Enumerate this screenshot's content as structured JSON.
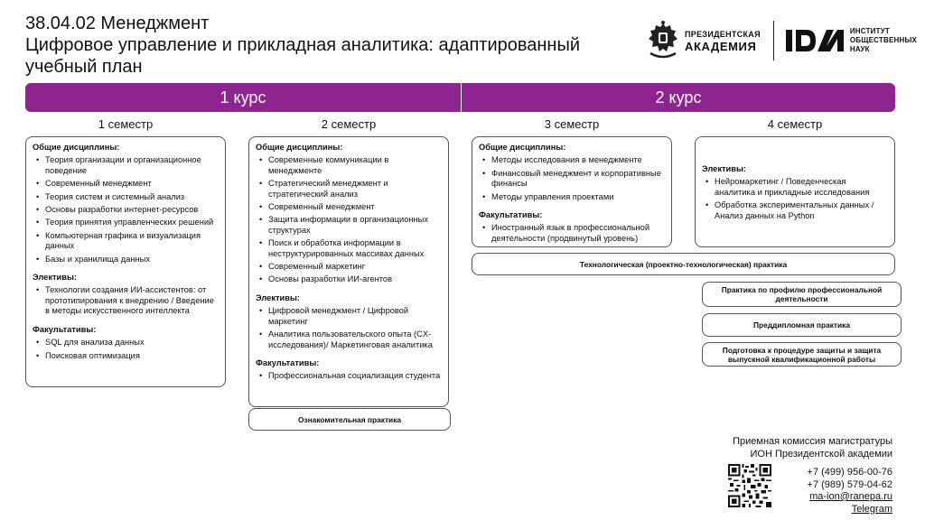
{
  "header": {
    "code_line": "38.04.02 Менеджмент",
    "title_line1": "Цифровое управление и прикладная аналитика: адаптированный",
    "title_line2": "учебный план"
  },
  "logos": {
    "presidential_line1": "ПРЕЗИДЕНТСКАЯ",
    "presidential_line2": "АКАДЕМИЯ",
    "ion_line1": "ИНСТИТУТ",
    "ion_line2": "ОБЩЕСТВЕННЫХ",
    "ion_line3": "НАУК",
    "icons": [
      "double-headed-eagle-emblem-icon",
      "ion-logo-icon"
    ]
  },
  "colors": {
    "accent": "#8e2490",
    "border": "#555555",
    "text": "#111111"
  },
  "courses": [
    "1 курс",
    "2 курс"
  ],
  "semesters": [
    "1 семестр",
    "2 семестр",
    "3 семестр",
    "4 семестр"
  ],
  "sem1": {
    "general_title": "Общие дисциплины:",
    "general": [
      "Теория организации и организационное поведение",
      "Современный менеджмент",
      "Теория систем и системный анализ",
      "Основы разработки интернет-ресурсов",
      "Теория принятия управленческих решений",
      "Компьютерная графика и визуализация данных",
      "Базы и хранилища данных"
    ],
    "electives_title": "Элективы:",
    "electives": [
      "Технологии создания ИИ-ассистентов: от прототипирования к внедрению / Введение в методы искусственного интеллекта"
    ],
    "optional_title": "Факультативы:",
    "optional": [
      "SQL для анализа данных",
      "Поисковая оптимизация"
    ]
  },
  "sem2": {
    "general_title": "Общие дисциплины:",
    "general": [
      "Современные коммуникации в менеджменте",
      "Стратегический менеджмент и стратегический анализ",
      "Современный менеджмент",
      "Защита информации в организационных структурах",
      "Поиск и обработка информации в неструктурированных массивах данных",
      "Современный маркетинг",
      "Основы разработки ИИ-агентов"
    ],
    "electives_title": "Элективы:",
    "electives": [
      "Цифровой менеджмент / Цифровой маркетинг",
      "Аналитика пользовательского опыта (CX-исследования)/ Маркетинговая аналитика"
    ],
    "optional_title": "Факультативы:",
    "optional": [
      "Профессиональная социализация студента"
    ]
  },
  "sem3": {
    "general_title": "Общие дисциплины:",
    "general": [
      "Методы исследования в менеджменте",
      "Финансовый менеджмент и корпоративные финансы",
      "Методы управления проектами"
    ],
    "optional_title": "Факультативы:",
    "optional": [
      "Иностранный язык в профессиональной деятельности (продвинутый уровень)"
    ]
  },
  "sem4": {
    "electives_title": "Элективы:",
    "electives": [
      "Нейромаркетинг / Поведенческая аналитика и прикладные исследования",
      "Обработка экспериментальных данных / Анализ данных на Python"
    ]
  },
  "practices": {
    "intro": "Ознакомительная практика",
    "tech": "Технологическая (проектно-технологическая) практика",
    "profile": "Практика по профилю профессиональной деятельности",
    "prediploma": "Преддипломная практика",
    "defense": "Подготовка к процедуре защиты и защита выпускной квалификационной работы"
  },
  "contacts": {
    "line1": "Приемная комиссия магистратуры",
    "line2": "ИОН Президентской академии",
    "phone1": "+7 (499) 956-00-76",
    "phone2": "+7 (989) 579-04-62",
    "email": "ma-ion@ranepa.ru",
    "telegram": "Telegram",
    "qr_icon": "qr-code-icon"
  }
}
